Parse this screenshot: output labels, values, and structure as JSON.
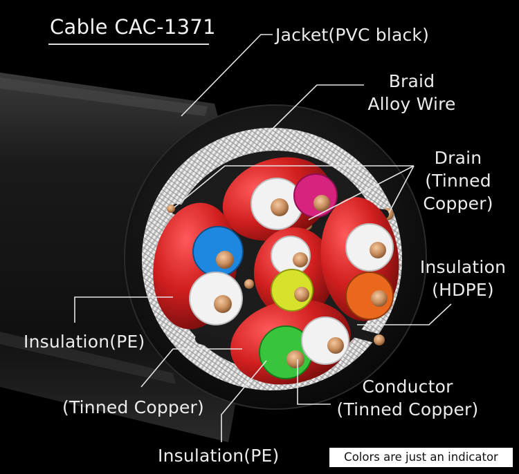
{
  "title": "Cable CAC-1371",
  "labels": {
    "jacket": "Jacket(PVC black)",
    "braid": [
      "Braid",
      "Alloy Wire"
    ],
    "drain": [
      "Drain",
      "(Tinned",
      "Copper)"
    ],
    "insulation_hdpe": [
      "Insulation",
      "(HDPE)"
    ],
    "insulation_pe_left": "Insulation(PE)",
    "tinned_copper": "(Tinned Copper)",
    "insulation_pe_bottom": "Insulation(PE)",
    "conductor": [
      "Conductor",
      "(Tinned Copper)"
    ]
  },
  "note": "Colors are just an indicator",
  "colors": {
    "background": "#000000",
    "jacket": "#141414",
    "braid": "#d8d8d8",
    "pair_shield": "#cc1f1f",
    "white_core": "#f2f2f2",
    "magenta_core": "#d6247e",
    "blue_core": "#1e88e0",
    "yellow_core": "#d7e22a",
    "orange_core": "#e9681e",
    "green_core": "#38c43c",
    "conductor": "#d29a6d"
  }
}
